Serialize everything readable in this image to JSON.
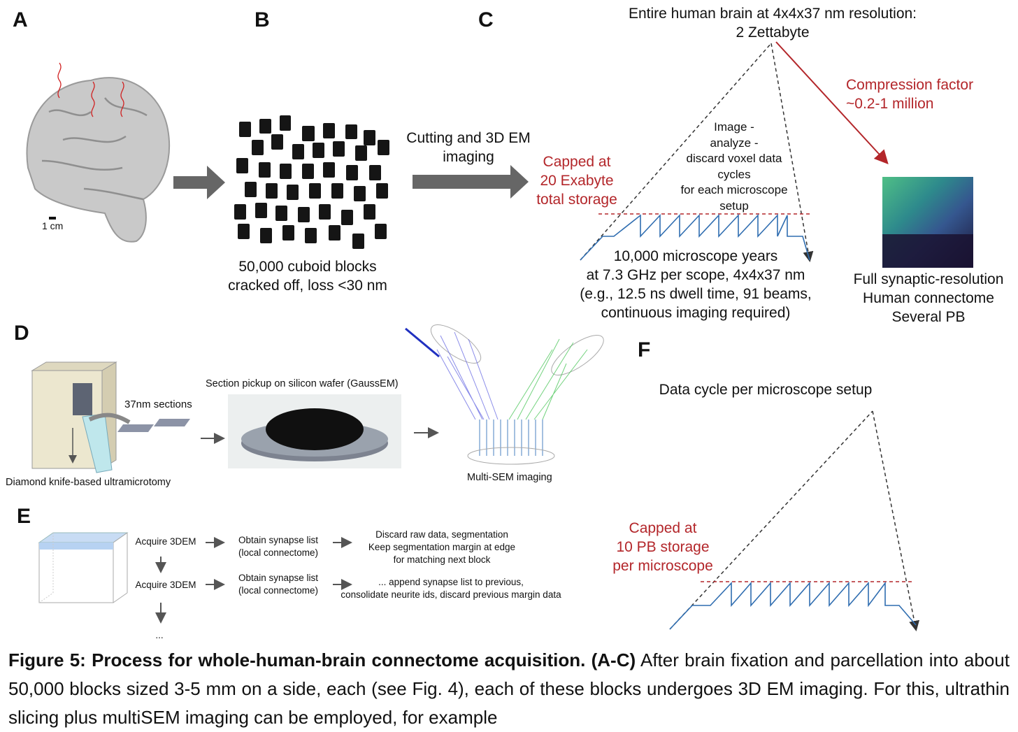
{
  "panels": {
    "A": "A",
    "B": "B",
    "C": "C",
    "D": "D",
    "E": "E",
    "F": "F"
  },
  "panel_a": {
    "scale_label": "1 cm"
  },
  "panel_b": {
    "blocks_line1": "50,000 cuboid blocks",
    "blocks_line2": "cracked off, loss <30 nm",
    "arrow_line1": "Cutting and 3D EM",
    "arrow_line2": "imaging"
  },
  "panel_c": {
    "title_line1": "Entire human brain at 4x4x37 nm resolution:",
    "title_line2": "2 Zettabyte",
    "cap_line1": "Capped at",
    "cap_line2": "20 Exabyte",
    "cap_line3": "total storage",
    "cycle_line1": "Image -",
    "cycle_line2": "analyze -",
    "cycle_line3": "discard voxel data",
    "cycle_line4": "cycles",
    "cycle_line5": "for each microscope",
    "cycle_line6": "setup",
    "years_line1": "10,000 microscope years",
    "years_line2": "at 7.3 GHz per scope, 4x4x37 nm",
    "years_line3": "(e.g., 12.5 ns dwell time, 91 beams,",
    "years_line4": "continuous imaging required)",
    "comp_line1": "Compression factor",
    "comp_line2": "~0.2-1 million",
    "result_line1": "Full synaptic-resolution",
    "result_line2": "Human connectome",
    "result_line3": "Several PB"
  },
  "panel_d": {
    "sections": "37nm sections",
    "knife": "Diamond knife-based ultramicrotomy",
    "wafer": "Section pickup on silicon wafer (GaussEM)",
    "multisem": "Multi-SEM imaging"
  },
  "panel_e": {
    "acquire1": "Acquire 3DEM",
    "obtain1_line1": "Obtain synapse list",
    "obtain1_line2": "(local connectome)",
    "discard_line1": "Discard raw data, segmentation",
    "discard_line2": "Keep segmentation margin at edge",
    "discard_line3": "for matching next block",
    "acquire2": "Acquire 3DEM",
    "obtain2_line1": "Obtain synapse list",
    "obtain2_line2": "(local connectome)",
    "append_line1": "... append synapse list to previous,",
    "append_line2": "consolidate neurite ids, discard previous margin data",
    "ellipsis": "..."
  },
  "panel_f": {
    "title": "Data cycle per microscope setup",
    "cap_line1": "Capped at",
    "cap_line2": "10 PB storage",
    "cap_line3": "per microscope"
  },
  "caption": {
    "bold1": "Figure 5: Process for whole-human-brain connectome acquisition. (A-C)",
    "text1": " After brain fixation and parcellation into about 50,000 blocks sized 3-5 mm on a side, each (see Fig. 4), each of these blocks undergoes 3D EM imaging. For this, ultrathin slicing plus multiSEM imaging can be employed, for example"
  },
  "colors": {
    "red": "#b3262a",
    "blue": "#2f6db0",
    "arrow_gray": "#555555"
  }
}
